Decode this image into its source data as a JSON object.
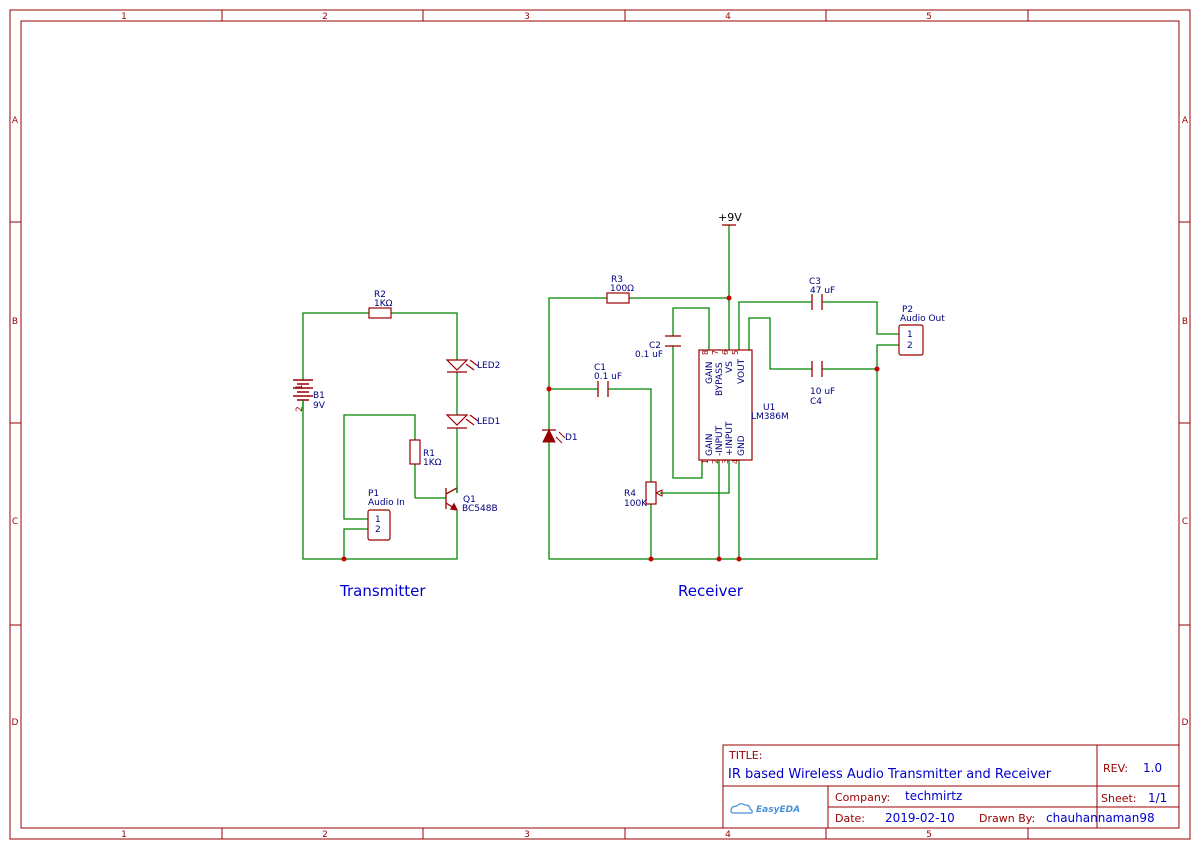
{
  "colors": {
    "frame": "#990000",
    "wire": "#008800",
    "part": "#990000",
    "label": "#000080",
    "title_text": "#0000cc",
    "junction": "#cc0000"
  },
  "frame": {
    "columns": [
      "1",
      "2",
      "3",
      "4",
      "5"
    ],
    "rows": [
      "A",
      "B",
      "C",
      "D"
    ]
  },
  "sections": {
    "transmitter": "Transmitter",
    "receiver": "Receiver"
  },
  "components": {
    "r2": {
      "ref": "R2",
      "value": "1KΩ"
    },
    "b1": {
      "ref": "B1",
      "value": "9V",
      "pin1": "1",
      "pin2": "2"
    },
    "led2": {
      "ref": "LED2"
    },
    "led1": {
      "ref": "LED1"
    },
    "r1": {
      "ref": "R1",
      "value": "1KΩ"
    },
    "q1": {
      "ref": "Q1",
      "value": "BC548B"
    },
    "p1": {
      "ref": "P1",
      "value": "Audio In",
      "pin1": "1",
      "pin2": "2"
    },
    "vcc": {
      "label": "+9V"
    },
    "r3": {
      "ref": "R3",
      "value": "100Ω"
    },
    "c2": {
      "ref": "C2",
      "value": "0.1 uF"
    },
    "c1": {
      "ref": "C1",
      "value": "0.1 uF"
    },
    "d1": {
      "ref": "D1"
    },
    "r4": {
      "ref": "R4",
      "value": "100K"
    },
    "u1": {
      "ref": "U1",
      "value": "LM386M",
      "top_pins": [
        "GAIN",
        "BYPASS",
        "VS",
        "VOUT"
      ],
      "top_nums": [
        "8",
        "7",
        "6",
        "5"
      ],
      "bottom_pins": [
        "GAIN",
        "-INPUT",
        "+INPUT",
        "GND"
      ],
      "bottom_nums": [
        "1",
        "2",
        "3",
        "4"
      ]
    },
    "c3": {
      "ref": "C3",
      "value": "47 uF"
    },
    "c4": {
      "ref": "C4",
      "value": "10 uF"
    },
    "p2": {
      "ref": "P2",
      "value": "Audio Out",
      "pin1": "1",
      "pin2": "2"
    }
  },
  "title_block": {
    "title_label": "TITLE:",
    "title": "IR based Wireless Audio Transmitter and Receiver",
    "rev_label": "REV:",
    "rev": "1.0",
    "company_label": "Company:",
    "company": "techmirtz",
    "sheet_label": "Sheet:",
    "sheet": "1/1",
    "date_label": "Date:",
    "date": "2019-02-10",
    "drawn_label": "Drawn By:",
    "drawn_by": "chauhannaman98",
    "logo": "EasyEDA"
  }
}
